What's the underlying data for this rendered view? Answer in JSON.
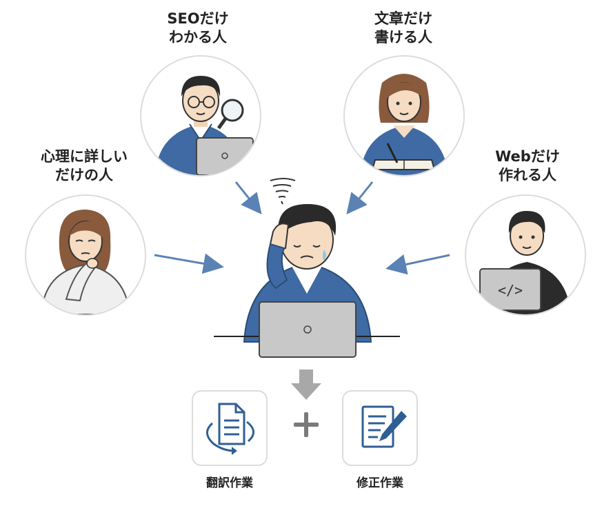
{
  "people": {
    "seo": {
      "line1": "SEOだけ",
      "line2": "わかる人"
    },
    "writer": {
      "line1": "文章だけ",
      "line2": "書ける人"
    },
    "psych": {
      "line1": "心理に詳しい",
      "line2": "だけの人"
    },
    "web": {
      "line1": "Webだけ",
      "line2": "作れる人"
    }
  },
  "web_icon_code": "</>",
  "results": {
    "translate": "翻訳作業",
    "revise": "修正作業"
  },
  "colors": {
    "arrow": "#5b82b5",
    "shirt_blue": "#3f6aa3",
    "down_arrow": "#a8a8a8",
    "icon_blue": "#2e5f94"
  }
}
